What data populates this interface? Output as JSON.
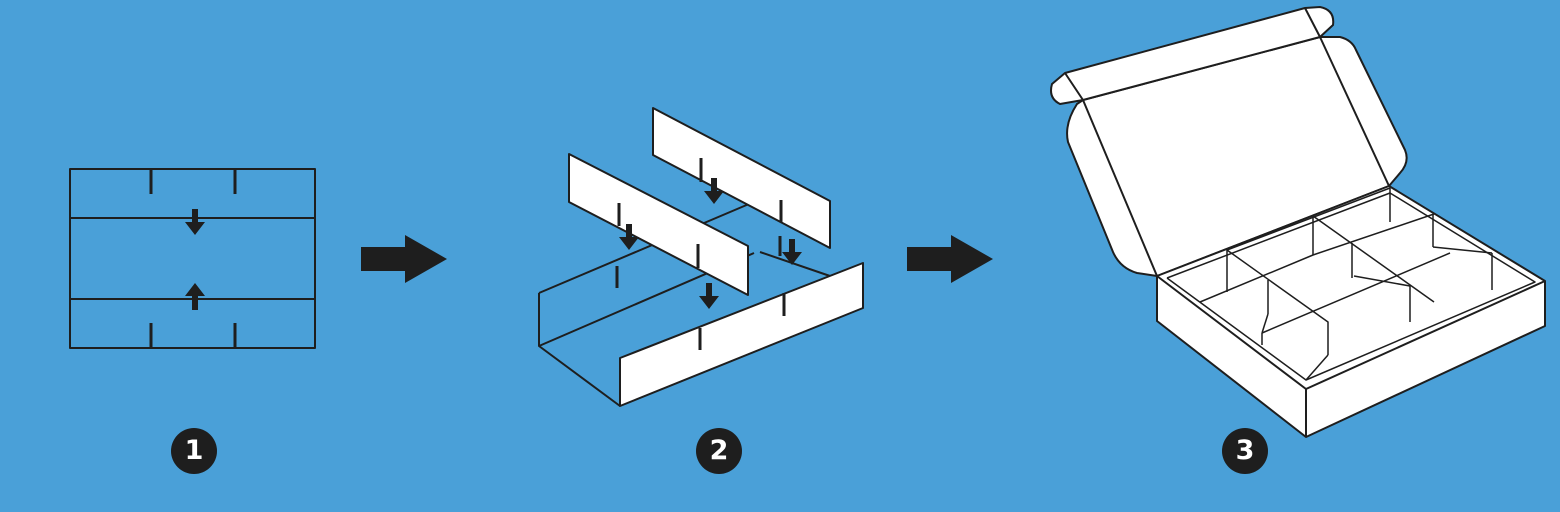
{
  "background_color": "#4aa0d8",
  "ink_color": "#1e1e1e",
  "panel_color": "#ffffff",
  "steps": [
    {
      "number": "1"
    },
    {
      "number": "2"
    },
    {
      "number": "3"
    }
  ],
  "icons": [
    "down-arrow-icon",
    "up-arrow-icon",
    "right-arrow-icon"
  ]
}
